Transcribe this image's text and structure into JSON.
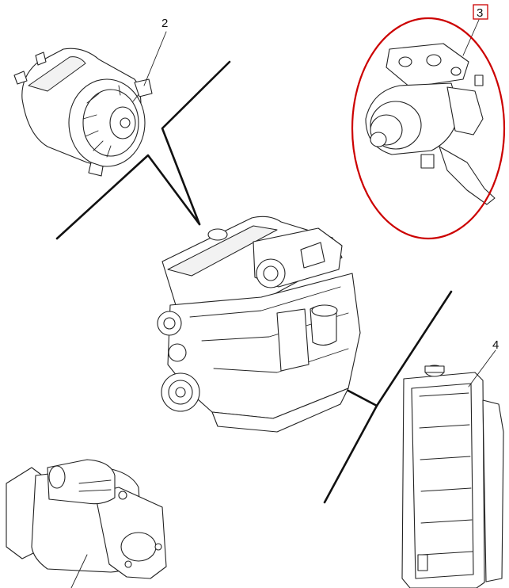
{
  "callouts": [
    {
      "label": "2",
      "part": "alternator"
    },
    {
      "label": "3",
      "part": "water-pump",
      "highlighted": true
    },
    {
      "label": "4",
      "part": "radiator"
    }
  ],
  "colors": {
    "ink": "#111111",
    "highlight": "#cc0000"
  }
}
